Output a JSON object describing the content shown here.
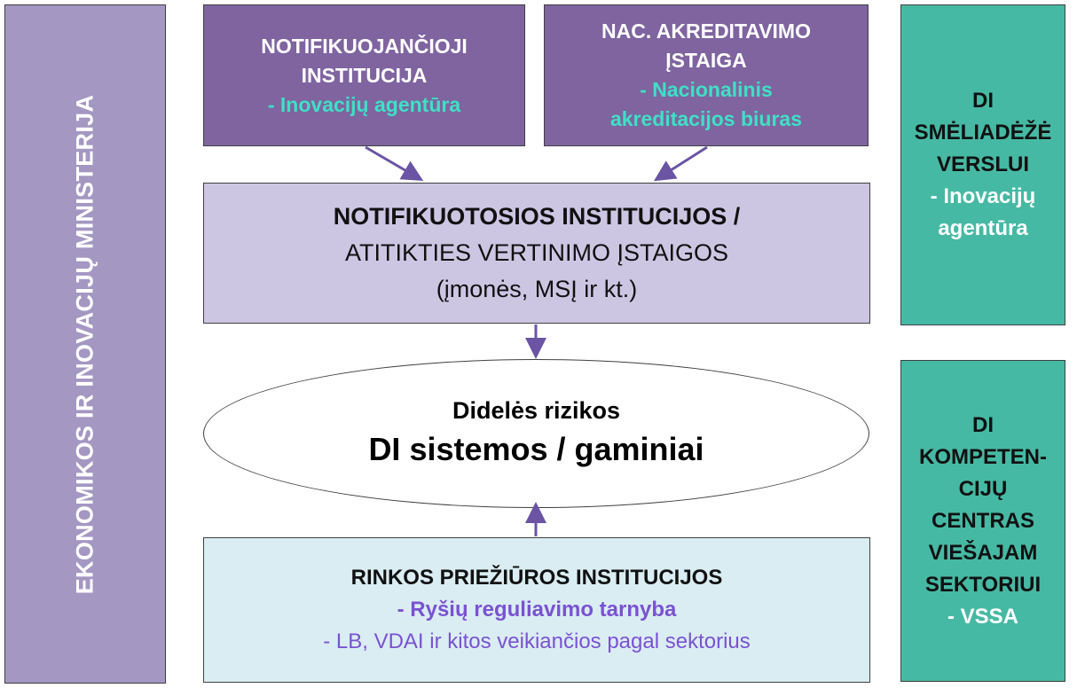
{
  "ministry": {
    "label": "EKONOMIKOS IR INOVACIJŲ MINISTERIJA"
  },
  "notifying": {
    "line1": "NOTIFIKUOJANČIOJI",
    "line2": "INSTITUCIJA",
    "line3": "- Inovacijų agentūra"
  },
  "accreditation": {
    "line1": "NAC. AKREDITAVIMO",
    "line2": "ĮSTAIGA",
    "line3": "- Nacionalinis",
    "line4": "akreditacijos biuras"
  },
  "notified": {
    "line1": "NOTIFIKUOTOSIOS INSTITUCIJOS /",
    "line2": "ATITIKTIES VERTINIMO ĮSTAIGOS",
    "line3": "(įmonės, MSĮ ir kt.)"
  },
  "ai_systems": {
    "line1": "Didelės rizikos",
    "line2": "DI sistemos / gaminiai"
  },
  "market": {
    "line1": "RINKOS PRIEŽIŪROS INSTITUCIJOS",
    "line2": "- Ryšių reguliavimo tarnyba",
    "line3": "- LB, VDAI ir kitos veikiančios pagal sektorius"
  },
  "sandbox": {
    "line1": "DI",
    "line2": "SMĖLIADĖŽĖ",
    "line3": "VERSLUI",
    "line4": "- Inovacijų",
    "line5": "agentūra"
  },
  "competence": {
    "line1": "DI",
    "line2": "KOMPETEN-",
    "line3": "CIJŲ",
    "line4": "CENTRAS",
    "line5": "VIEŠAJAM",
    "line6": "SEKTORIUI",
    "line7": "- VSSA"
  },
  "colors": {
    "arrow": "#6a54a3",
    "purple": "#7f64a0",
    "teal": "#46b9a4",
    "lavender": "#a497c2"
  }
}
